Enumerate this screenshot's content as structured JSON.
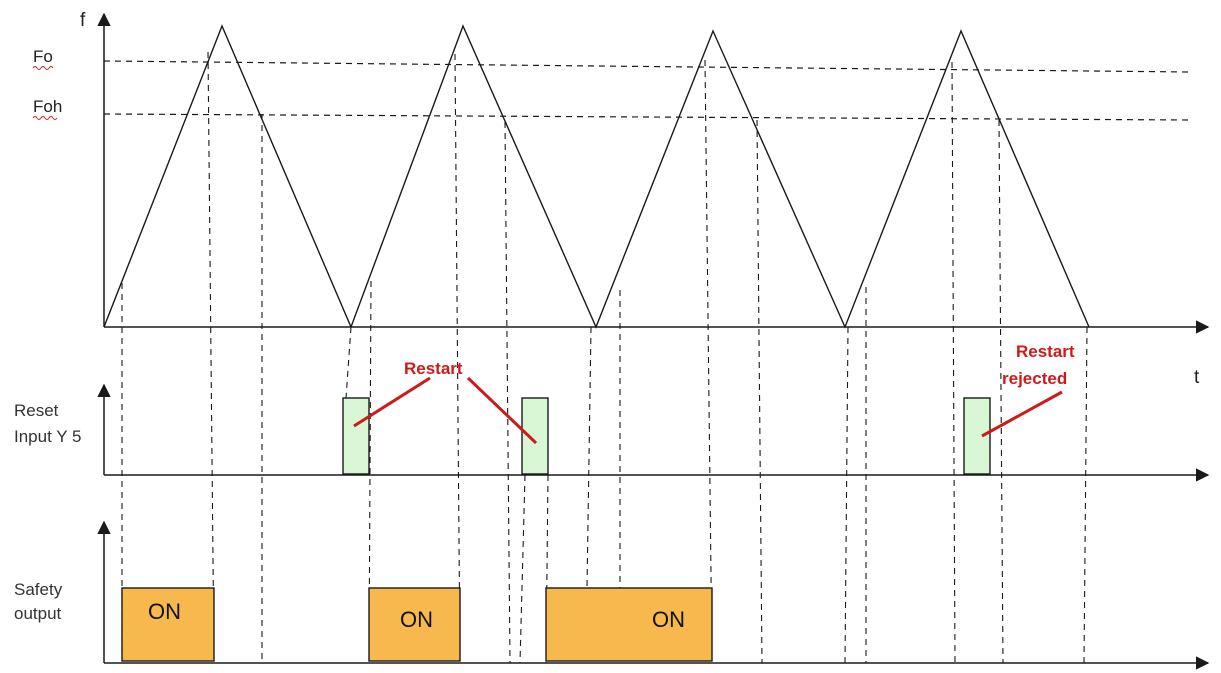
{
  "colors": {
    "axis": "#1a1a1a",
    "line": "#1a1a1a",
    "dash": "#1a1a1a",
    "annotation": "#cc1b1b",
    "reset_pulse_fill": "#d9f7d4",
    "reset_pulse_stroke": "#1a1a1a",
    "on_block_fill": "#f7b84d",
    "on_block_stroke": "#1a1a1a",
    "squiggle": "#cc1b1b"
  },
  "frequency_plot": {
    "y_axis_label": "f",
    "x_axis_label": "t",
    "levels": [
      {
        "name": "Fo",
        "label": "Fo"
      },
      {
        "name": "Foh",
        "label": "Foh"
      }
    ]
  },
  "reset_input": {
    "label_line1": "Reset",
    "label_line2": "Input Y 5",
    "pulse_count": 3
  },
  "safety_output": {
    "label_line1": "Safety",
    "label_line2": "output",
    "blocks": [
      {
        "label": "ON"
      },
      {
        "label": "ON"
      },
      {
        "label": "ON"
      }
    ]
  },
  "annotations": {
    "restart": "Restart",
    "rejected_line1": "Restart",
    "rejected_line2": "rejected"
  }
}
